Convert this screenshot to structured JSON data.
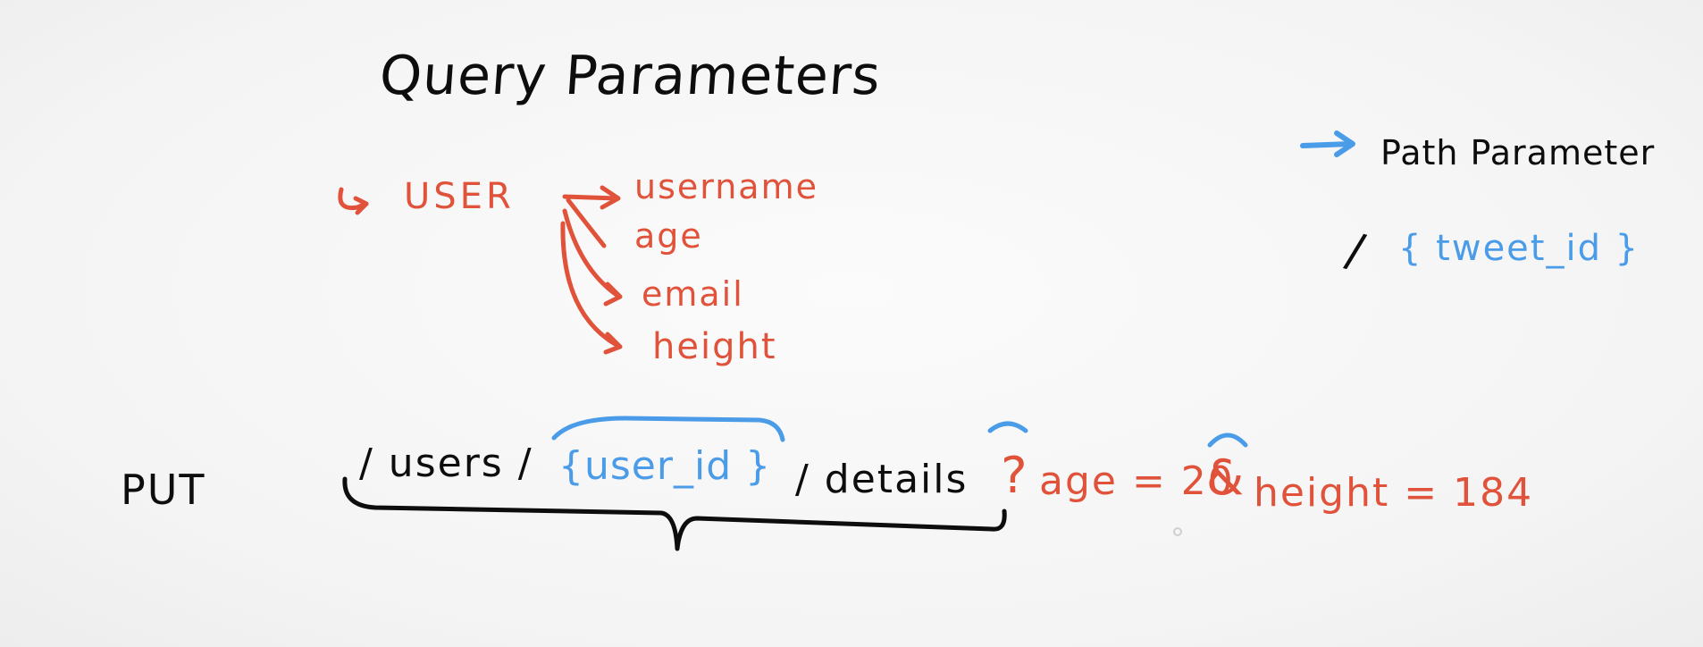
{
  "title": "Query Parameters",
  "user": {
    "label": "USER",
    "children": [
      "username",
      "age",
      "email",
      "height"
    ]
  },
  "path_parameter": {
    "label": "Path Parameter",
    "slash": "/",
    "example": "{ tweet_id }"
  },
  "request": {
    "method": "PUT",
    "segment_users": "/ users /",
    "path_param": "{user_id }",
    "segment_details": "/ details",
    "query_mark": "?",
    "query_1": "age = 20",
    "ampersand": "&",
    "query_2": "height = 184"
  },
  "colors": {
    "ink": "#0d0d0d",
    "query": "#e0523a",
    "path": "#4a9be8"
  }
}
